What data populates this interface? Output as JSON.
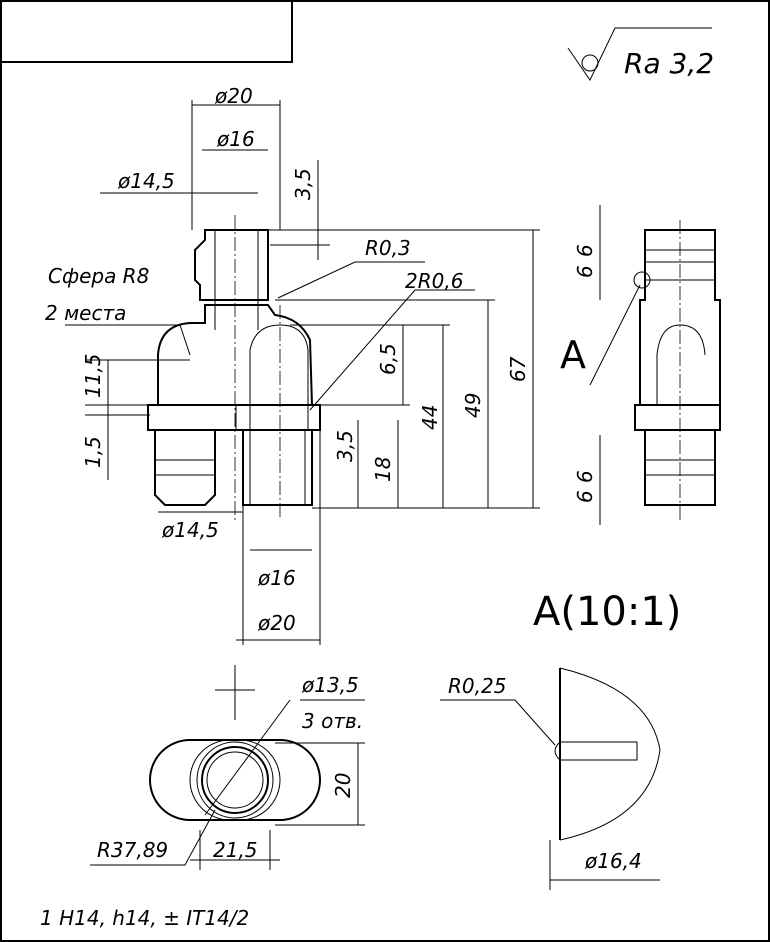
{
  "roughness": {
    "label": "Ra 3,2"
  },
  "main_view": {
    "dia_top_outer": "ø20",
    "dia_top_inner": "ø16",
    "dia_top_barb": "ø14,5",
    "dim_top_3_5": "3,5",
    "radius_r03": "R0,3",
    "radius_2r06": "2R0,6",
    "sphere_note": "Сфера R8",
    "sphere_count": "2 места",
    "dim_11_5": "11,5",
    "dim_1_5": "1,5",
    "dim_6_5": "6,5",
    "dim_44": "44",
    "dim_49": "49",
    "dim_67": "67",
    "dim_3_5_low": "3,5",
    "dim_18": "18",
    "dia_bottom_barb": "ø14,5",
    "dia_bottom_inner": "ø16",
    "dia_bottom_outer": "ø20"
  },
  "side_view": {
    "dim_top_a": "6",
    "dim_top_b": "6",
    "dim_bottom_a": "6",
    "dim_bottom_b": "6",
    "detail_marker": "A"
  },
  "detail": {
    "title": "A(10:1)",
    "radius": "R0,25",
    "diameter": "ø16,4"
  },
  "top_view": {
    "hole_dia": "ø13,5",
    "hole_count": "3 отв.",
    "dim_20": "20",
    "radius": "R37,89",
    "dim_21_5": "21,5"
  },
  "notes": {
    "tolerance": "1 H14, h14, ± IT14/2"
  }
}
